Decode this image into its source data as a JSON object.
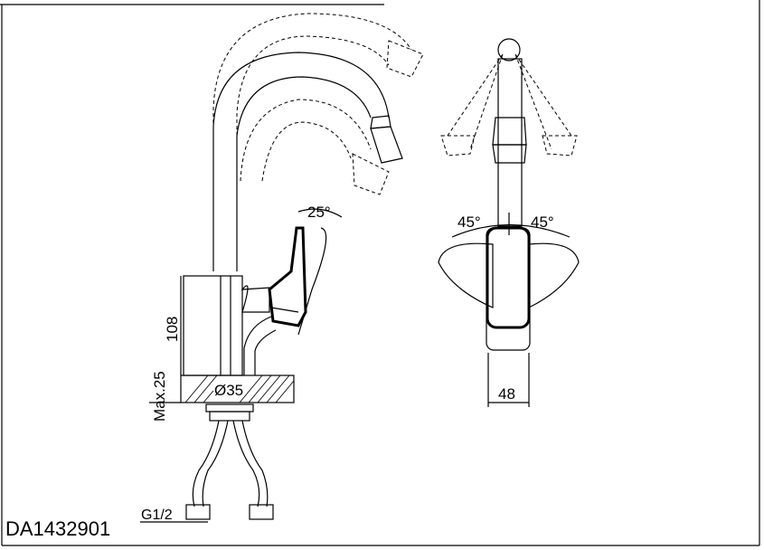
{
  "drawing": {
    "model_code": "DA1432901",
    "labels": {
      "handle_angle": "25°",
      "swivel_left": "45°",
      "swivel_right": "45°",
      "height": "108",
      "max_thickness": "Max.25",
      "hole_diameter": "Ø35",
      "width": "48",
      "thread": "G1/2"
    }
  }
}
